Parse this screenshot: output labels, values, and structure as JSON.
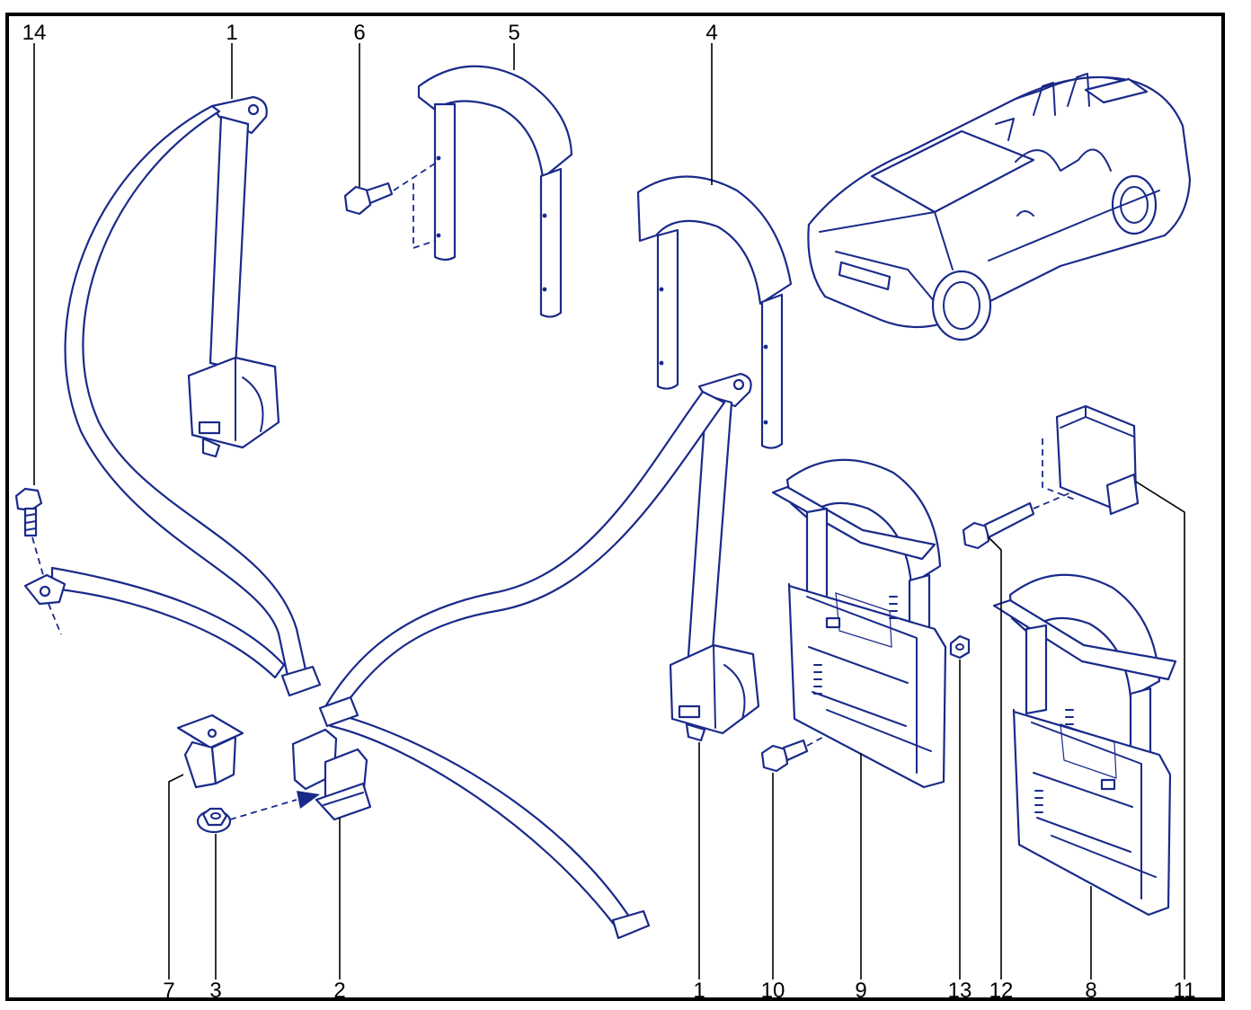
{
  "callouts": {
    "top": [
      "14",
      "1",
      "6",
      "5",
      "4"
    ],
    "bottom": [
      "7",
      "3",
      "2",
      "1",
      "10",
      "9",
      "13",
      "12",
      "8",
      "11"
    ]
  },
  "colors": {
    "line": "#1a2a8a",
    "frame": "#000000",
    "background": "#ffffff"
  }
}
